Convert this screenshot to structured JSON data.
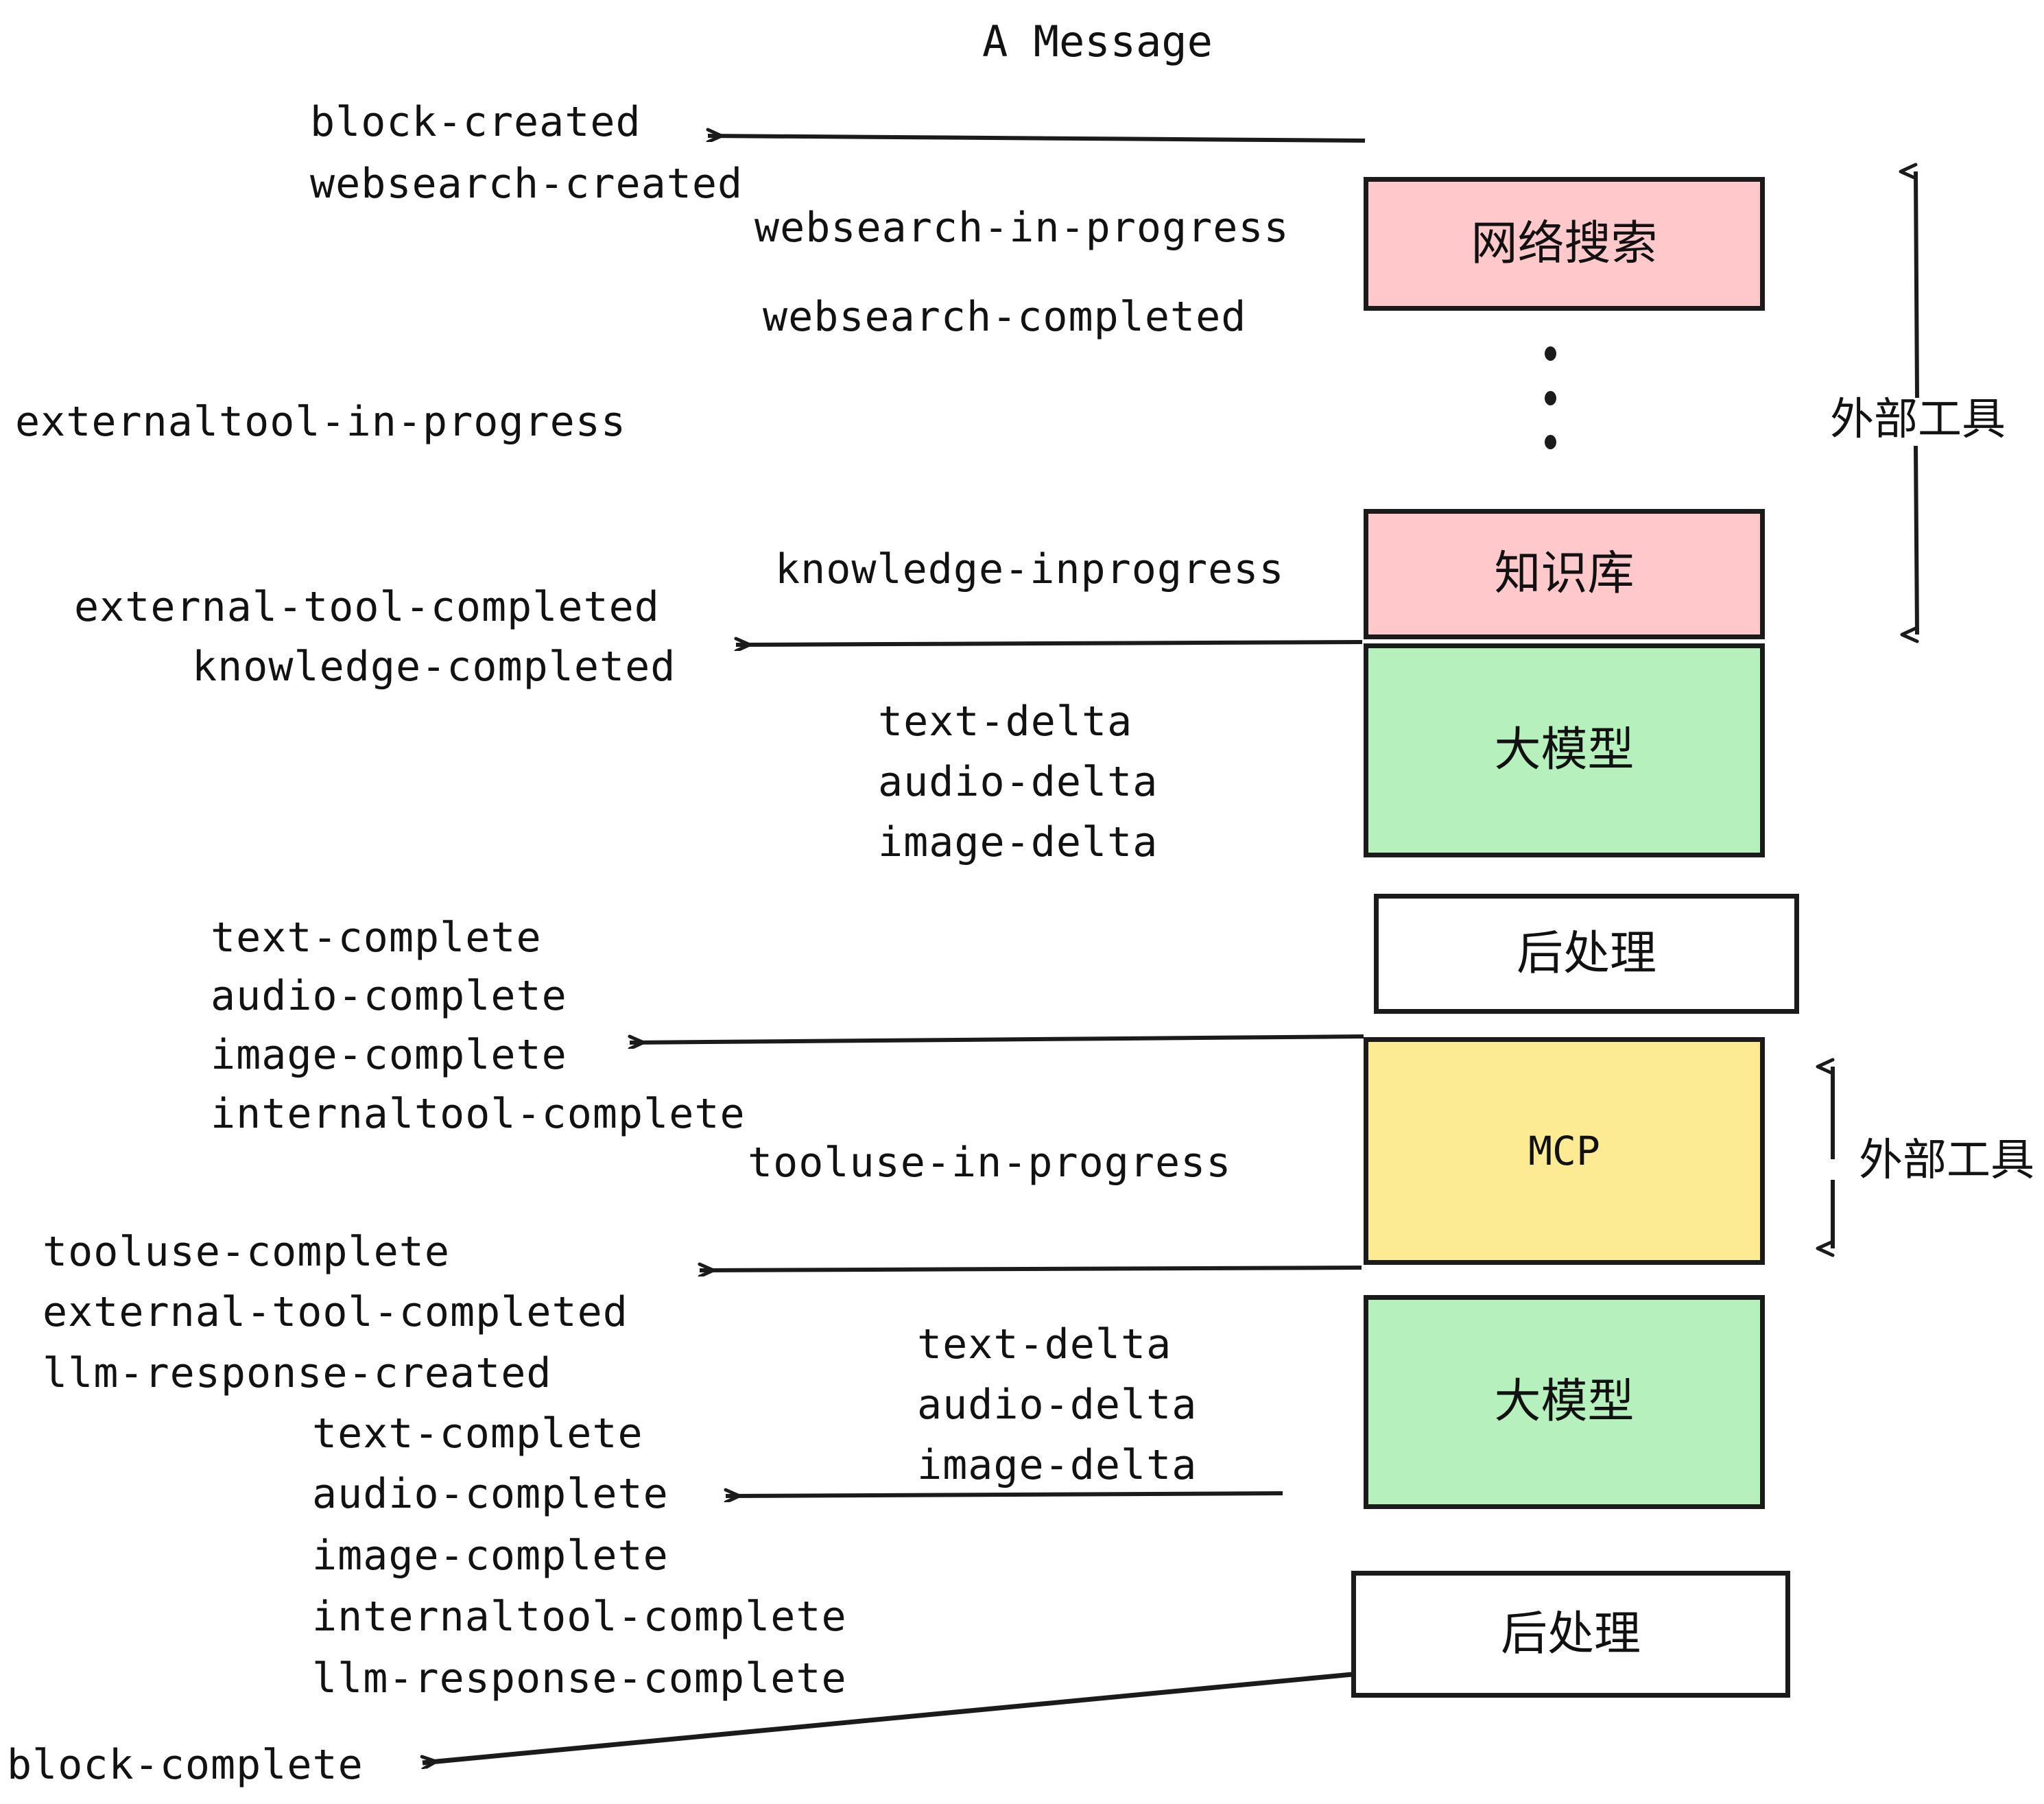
{
  "title": "A Message",
  "colors": {
    "pink": "#ffc9cb",
    "green": "#b5f0bd",
    "yellow": "#fceb92",
    "white": "#ffffff",
    "stroke": "#1b1b1b",
    "text": "#121212"
  },
  "boxes": {
    "websearch": "网络搜索",
    "knowledge": "知识库",
    "llm_1": "大模型",
    "postprocess_1": "后处理",
    "mcp": "MCP",
    "llm_2": "大模型",
    "postprocess_2": "后处理"
  },
  "side_labels": {
    "external_tool_top": "外部工具",
    "external_tool_bottom": "外部工具"
  },
  "events": {
    "block_created": "block-created",
    "websearch_created": "websearch-created",
    "websearch_in_progress": "websearch-in-progress",
    "websearch_completed": "websearch-completed",
    "externaltool_in_progress": "externaltool-in-progress",
    "knowledge_inprogress": "knowledge-inprogress",
    "external_tool_completed_1": "external-tool-completed",
    "knowledge_completed": "knowledge-completed",
    "text_delta_1": "text-delta",
    "audio_delta_1": "audio-delta",
    "image_delta_1": "image-delta",
    "text_complete_1": "text-complete",
    "audio_complete_1": "audio-complete",
    "image_complete_1": "image-complete",
    "internaltool_complete_1": "internaltool-complete",
    "tooluse_in_progress": "tooluse-in-progress",
    "tooluse_complete": "tooluse-complete",
    "external_tool_completed_2": "external-tool-completed",
    "llm_response_created": "llm-response-created",
    "text_delta_2": "text-delta",
    "audio_delta_2": "audio-delta",
    "image_delta_2": "image-delta",
    "text_complete_2": "text-complete",
    "audio_complete_2": "audio-complete",
    "image_complete_2": "image-complete",
    "internaltool_complete_2": "internaltool-complete",
    "llm_response_complete": "llm-response-complete",
    "block_complete": "block-complete"
  }
}
